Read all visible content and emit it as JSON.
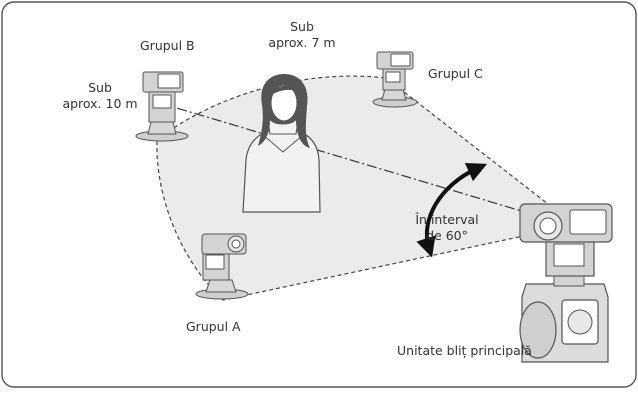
{
  "labels": {
    "group_b": "Grupul B",
    "group_c": "Grupul C",
    "group_a": "Grupul A",
    "dist_7_line1": "Sub",
    "dist_7_line2": "aprox. 7 m",
    "dist_10_line1": "Sub",
    "dist_10_line2": "aprox. 10 m",
    "angle_line1": "În interval",
    "angle_line2": "de 60°",
    "main_unit": "Unitate bliț principală"
  },
  "colors": {
    "frame": "#555555",
    "area_fill": "#ebebeb",
    "flash_body": "#d3d3d3",
    "arrow": "#111111"
  },
  "icons": [
    "flash-unit-icon",
    "person-silhouette-icon",
    "camera-with-master-flash-icon",
    "double-arrow-icon"
  ]
}
